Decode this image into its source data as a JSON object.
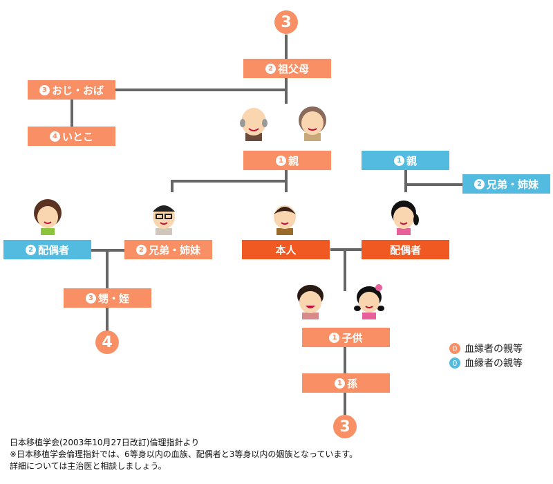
{
  "nodes": {
    "top_degree": "3",
    "grandparents": {
      "num": "2",
      "label": "祖父母"
    },
    "uncle_aunt": {
      "num": "3",
      "label": "おじ・おば"
    },
    "cousin": {
      "num": "4",
      "label": "いとこ"
    },
    "parents": {
      "num": "1",
      "label": "親"
    },
    "spouse_parents": {
      "num": "1",
      "label": "親"
    },
    "spouse_siblings": {
      "num": "2",
      "label": "兄弟・姉妹"
    },
    "sibling_spouse": {
      "num": "2",
      "label": "配偶者"
    },
    "siblings": {
      "num": "2",
      "label": "兄弟・姉妹"
    },
    "self": {
      "label": "本人"
    },
    "spouse": {
      "label": "配偶者"
    },
    "nephew_niece": {
      "num": "3",
      "label": "甥・姪"
    },
    "nephew_degree": "4",
    "children": {
      "num": "1",
      "label": "子供"
    },
    "grandchildren": {
      "num": "1",
      "label": "孫"
    },
    "bottom_degree": "3"
  },
  "legend": [
    {
      "num": "0",
      "label": "血縁者の親等",
      "color": "#f98f65"
    },
    {
      "num": "0",
      "label": "血縁者の親等",
      "color": "#53bbe0"
    }
  ],
  "footer": [
    "日本移植学会(2003年10月27日改訂)倫理指針より",
    "※日本移植学会倫理指針では、6等身以内の血族、配偶者と3等身以内の姻族となっています。",
    "詳細については主治医と相談しましょう。"
  ],
  "colors": {
    "blood": "#f98f65",
    "inlaw": "#53bbe0",
    "self": "#f05a22",
    "line": "#666666"
  }
}
